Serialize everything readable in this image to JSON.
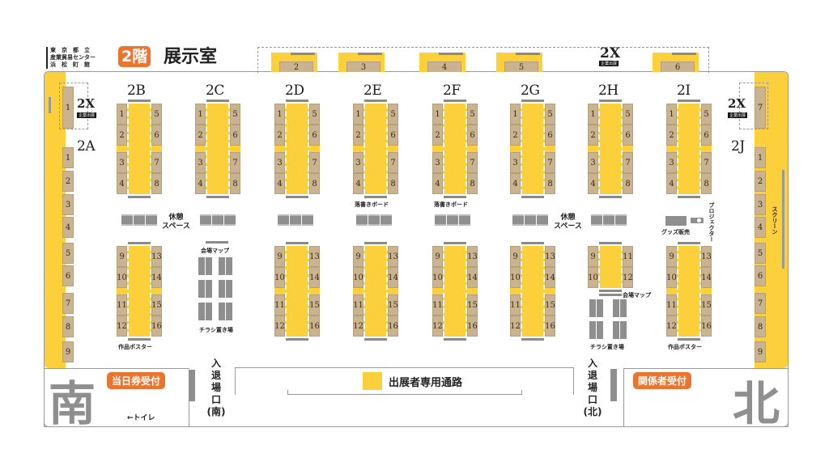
{
  "header": {
    "venue_lines": [
      "東　京　都　立",
      "産業貿易センター",
      "浜　松　町　館"
    ],
    "floor_badge": "2階",
    "room_title": "展示室"
  },
  "colors": {
    "aisle_yellow": "#fcd03a",
    "booth_tan": "#c9b391",
    "accent_orange": "#ea7530",
    "fixture_gray": "#8f8f8f"
  },
  "top_row": {
    "booths": [
      "2",
      "3",
      "4",
      "5",
      "6"
    ],
    "zone_label": "2X",
    "zone_badge": "企業出展"
  },
  "left_wall": {
    "x_zone_label": "2X",
    "x_zone_badge": "企業出展",
    "x_booth": "1",
    "zone_label": "2A",
    "booths": [
      "1",
      "2",
      "3",
      "4",
      "5",
      "6",
      "7",
      "8",
      "9"
    ]
  },
  "right_wall": {
    "x_zone_label": "2X",
    "x_zone_badge": "企業出展",
    "x_booth": "7",
    "zone_label": "2J",
    "booths": [
      "1",
      "2",
      "3",
      "4",
      "5",
      "6",
      "7",
      "8",
      "9"
    ],
    "screen_label": "スクリーン"
  },
  "islands": [
    {
      "name": "2B",
      "upper": [
        "1",
        "2",
        "3",
        "4",
        "5",
        "6",
        "7",
        "8"
      ],
      "lower": [
        "9",
        "10",
        "11",
        "12",
        "13",
        "14",
        "15",
        "16"
      ],
      "lower_caption": "作品ポスター"
    },
    {
      "name": "2C",
      "upper": [
        "1",
        "2",
        "3",
        "4",
        "5",
        "6",
        "7",
        "8"
      ]
    },
    {
      "name": "2D",
      "upper": [
        "1",
        "2",
        "3",
        "4",
        "5",
        "6",
        "7",
        "8"
      ],
      "lower": [
        "9",
        "10",
        "11",
        "12",
        "13",
        "14",
        "15",
        "16"
      ]
    },
    {
      "name": "2E",
      "upper": [
        "1",
        "2",
        "3",
        "4",
        "5",
        "6",
        "7",
        "8"
      ],
      "upper_caption": "落書きボード",
      "lower": [
        "9",
        "10",
        "11",
        "12",
        "13",
        "14",
        "15",
        "16"
      ]
    },
    {
      "name": "2F",
      "upper": [
        "1",
        "2",
        "3",
        "4",
        "5",
        "6",
        "7",
        "8"
      ],
      "upper_caption": "落書きボード",
      "lower": [
        "9",
        "10",
        "11",
        "12",
        "13",
        "14",
        "15",
        "16"
      ]
    },
    {
      "name": "2G",
      "upper": [
        "1",
        "2",
        "3",
        "4",
        "5",
        "6",
        "7",
        "8"
      ],
      "lower": [
        "9",
        "10",
        "11",
        "12",
        "13",
        "14",
        "15",
        "16"
      ]
    },
    {
      "name": "2H",
      "upper": [
        "1",
        "2",
        "3",
        "4",
        "5",
        "6",
        "7",
        "8"
      ],
      "lower": [
        "9",
        "10",
        "11",
        "12"
      ]
    },
    {
      "name": "2I",
      "upper": [
        "1",
        "2",
        "3",
        "4",
        "5",
        "6",
        "7",
        "8"
      ],
      "lower": [
        "9",
        "10",
        "11",
        "12",
        "13",
        "14",
        "15",
        "16"
      ],
      "lower_caption": "作品ポスター"
    }
  ],
  "facilities": {
    "rest_space_left": "休憩\nスペース",
    "rest_space_right": "休憩\nスペース",
    "venue_map_left": "会場マップ",
    "flyer_area_left": "チラシ置き場",
    "venue_map_right": "会場マップ",
    "flyer_area_right": "チラシ置き場",
    "goods_sale": "グッズ販売",
    "projector": "プロジェクター"
  },
  "bottom": {
    "south": "南",
    "north": "北",
    "same_day_ticket": "当日券受付",
    "staff_reception": "関係者受付",
    "toilet": "←トイレ",
    "entrance_south": [
      "入",
      "退",
      "場",
      "口",
      "(南)"
    ],
    "entrance_north": [
      "入",
      "退",
      "場",
      "口",
      "(北)"
    ],
    "exhibitor_path": "出展者専用通路"
  }
}
